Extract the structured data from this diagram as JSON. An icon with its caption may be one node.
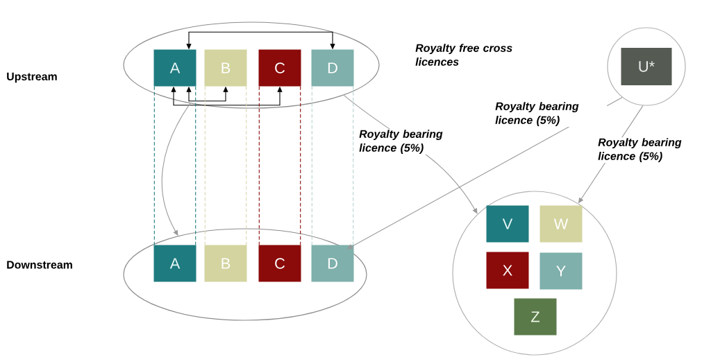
{
  "diagram": {
    "nodes": [
      {
        "text": [],
        "shape": "ellipse"
      },
      {
        "text": [
          "A"
        ],
        "in": 0
      },
      {
        "text": [
          "B"
        ],
        "in": 0
      },
      {
        "text": [
          "C"
        ],
        "in": 0
      },
      {
        "text": [
          "D"
        ],
        "in": 0
      },
      {
        "text": [],
        "shape": "ellipse"
      },
      {
        "text": [
          "A"
        ],
        "in": 5
      },
      {
        "text": [
          "B"
        ],
        "in": 5
      },
      {
        "text": [
          "C"
        ],
        "in": 5
      },
      {
        "text": [
          "D"
        ],
        "in": 5
      },
      {
        "text": [],
        "shape": "circle"
      },
      {
        "text": [
          "U*"
        ],
        "in": 10
      },
      {
        "text": [],
        "shape": "circle"
      },
      {
        "text": [
          "V"
        ],
        "in": 12
      },
      {
        "text": [
          "W"
        ],
        "in": 12
      },
      {
        "text": [
          "X"
        ],
        "in": 12
      },
      {
        "text": [
          "Y"
        ],
        "in": 12
      },
      {
        "text": [
          "Z"
        ],
        "in": 12
      }
    ],
    "edges": [
      {
        "from": 1,
        "to": 4,
        "arrow": "both",
        "color": "#000000"
      },
      {
        "from": 1,
        "to": 2,
        "arrow": "both",
        "color": "#000000"
      },
      {
        "from": 1,
        "to": 3,
        "arrow": "both",
        "color": "#000000"
      },
      {
        "from": 1,
        "to": 6,
        "arrow": "none",
        "style": "dashed",
        "color": "#1e7b7f"
      },
      {
        "from": 1,
        "to": 6,
        "arrow": "none",
        "style": "dashed",
        "color": "#1e7b7f"
      },
      {
        "from": 2,
        "to": 7,
        "arrow": "none",
        "style": "dashed",
        "color": "#dcd6b0"
      },
      {
        "from": 2,
        "to": 7,
        "arrow": "none",
        "style": "dashed",
        "color": "#dcd6b0"
      },
      {
        "from": 3,
        "to": 8,
        "arrow": "none",
        "style": "dashed",
        "color": "#8b0a0a"
      },
      {
        "from": 3,
        "to": 8,
        "arrow": "none",
        "style": "dashed",
        "color": "#8b0a0a"
      },
      {
        "from": 4,
        "to": 9,
        "arrow": "none",
        "style": "dashed",
        "color": "#b5d3d0"
      },
      {
        "from": 4,
        "to": 9,
        "arrow": "none",
        "style": "dashed",
        "color": "#b5d3d0"
      },
      {
        "from": 0,
        "to": 5,
        "arrow": "to",
        "color": "#999999"
      },
      {
        "from": 0,
        "to": 12,
        "arrow": "to",
        "label": "Royalty bearing licence (5%)",
        "color": "#999999"
      },
      {
        "from": 10,
        "to": 5,
        "arrow": "to",
        "label": "Royalty bearing licence (5%)",
        "color": "#999999"
      },
      {
        "from": 10,
        "to": 12,
        "arrow": "to",
        "label": "Royalty bearing licence (5%)",
        "color": "#999999"
      }
    ],
    "labels": [
      "Royalty free cross licences",
      "Upstream",
      "Downstream"
    ]
  }
}
